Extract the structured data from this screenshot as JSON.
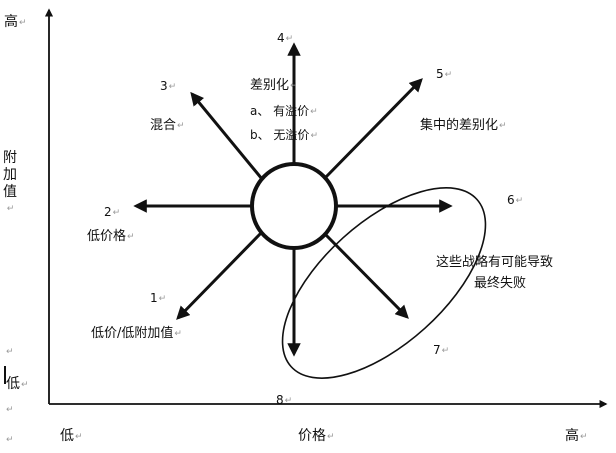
{
  "axes": {
    "y_high": "高",
    "y_title": "附加值",
    "y_low": "低",
    "x_low": "低",
    "x_title": "价格",
    "x_high": "高",
    "para_mark": "↵"
  },
  "strategies": [
    {
      "number": "1",
      "label": "低价/低附加值"
    },
    {
      "number": "2",
      "label": "低价格"
    },
    {
      "number": "3",
      "label": "混合"
    },
    {
      "number": "4",
      "label": "差别化",
      "options": [
        "a、 有溢价",
        "b、 无溢价"
      ]
    },
    {
      "number": "5",
      "label": "集中的差别化"
    },
    {
      "number": "6",
      "label": ""
    },
    {
      "number": "7",
      "label": ""
    },
    {
      "number": "8",
      "label": ""
    }
  ],
  "failure_note": [
    "这些战略有可能导致",
    "最终失败"
  ]
}
